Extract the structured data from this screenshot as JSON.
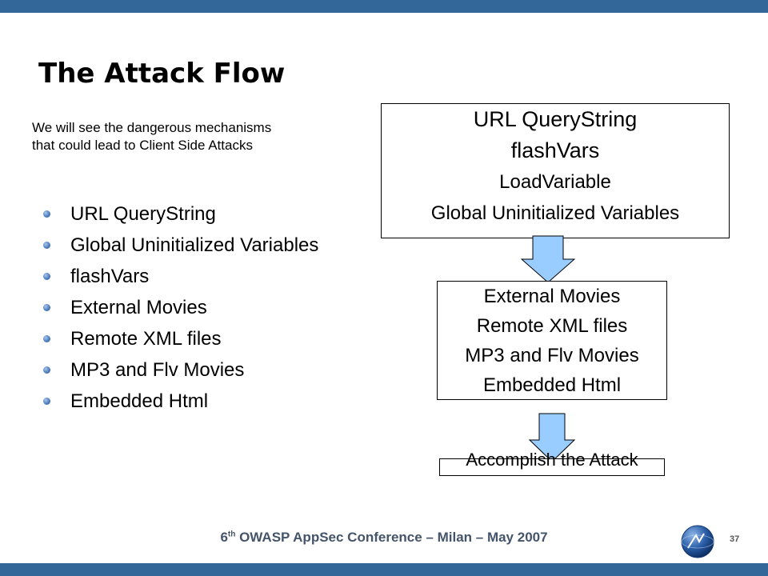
{
  "slide": {
    "title": "The Attack Flow",
    "intro_lines": [
      "We will see the dangerous mechanisms",
      "that could lead to Client Side Attacks"
    ],
    "bullets": [
      "URL QueryString",
      "Global Uninitialized Variables",
      "flashVars",
      "External Movies",
      "Remote XML files",
      "MP3 and Flv Movies",
      "Embedded Html"
    ]
  },
  "flow": {
    "box1_lines": [
      "URL QueryString",
      "flashVars",
      "LoadVariable",
      "Global Uninitialized Variables"
    ],
    "box2_lines": [
      "External Movies",
      "Remote XML files",
      "MP3 and Flv Movies",
      "Embedded Html"
    ],
    "box3_text": "Accomplish the Attack"
  },
  "footer": {
    "prefix": "6",
    "sup": "th",
    "text": " OWASP AppSec Conference – Milan – May 2007",
    "page_number": "37",
    "logo_icon": "owasp-globe-icon"
  },
  "colors": {
    "bar": "#336699",
    "arrow_fill": "#99ccff",
    "footer_text": "#44546a"
  }
}
